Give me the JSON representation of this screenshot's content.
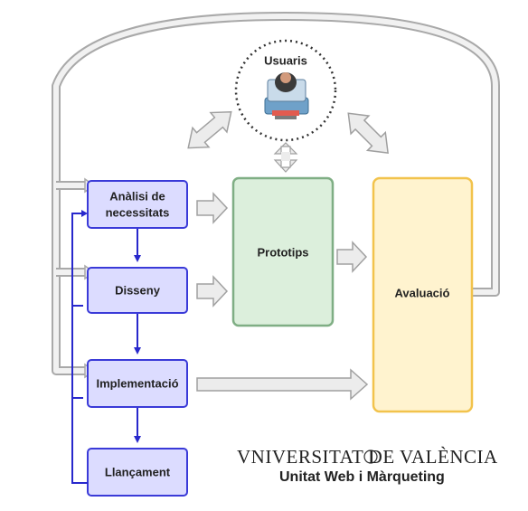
{
  "diagram": {
    "users_label": "Usuaris",
    "analysis_line1": "Anàlisi de",
    "analysis_line2": "necessitats",
    "design_label": "Disseny",
    "implementation_label": "Implementació",
    "launch_label": "Llançament",
    "prototypes_label": "Prototips",
    "evaluation_label": "Avaluació"
  },
  "logo": {
    "university_name": "VNIVERSITAT DE VALÈNCIA",
    "unit_name": "Unitat Web i Màrqueting"
  },
  "colors": {
    "phase_fill": "#dcdcff",
    "phase_stroke": "#3a3ad8",
    "prototype_fill": "#dcefdc",
    "prototype_stroke": "#7fae84",
    "evaluation_fill": "#fff3cf",
    "evaluation_stroke": "#f2c34c",
    "hollow_arrow": "#a9a9a9",
    "blue_arrow": "#2828cc"
  }
}
